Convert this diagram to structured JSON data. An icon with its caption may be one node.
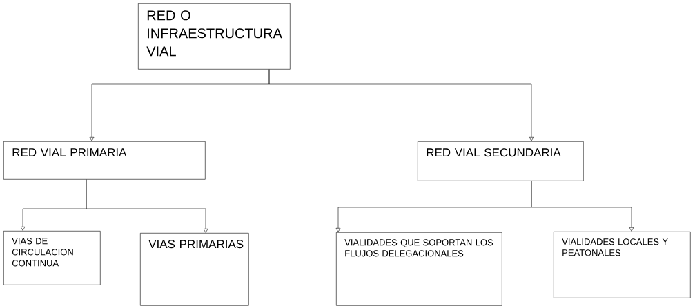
{
  "diagram": {
    "nodes": [
      {
        "text": [
          "RED O INFRAESTRUCTURA VIAL"
        ]
      },
      {
        "text": [
          "RED VIAL PRIMARIA"
        ]
      },
      {
        "text": [
          "RED VIAL SECUNDARIA"
        ]
      },
      {
        "text": [
          "VIAS DE CIRCULACION CONTINUA"
        ]
      },
      {
        "text": [
          "VIAS PRIMARIAS"
        ]
      },
      {
        "text": [
          "VIALIDADES QUE SOPORTAN LOS FLUJOS DELEGACIONALES"
        ]
      },
      {
        "text": [
          "VIALIDADES LOCALES Y PEATONALES"
        ]
      }
    ],
    "edges": [
      {
        "from": 0,
        "to": 1,
        "arrow": "to"
      },
      {
        "from": 0,
        "to": 2,
        "arrow": "to"
      },
      {
        "from": 1,
        "to": 3,
        "arrow": "to"
      },
      {
        "from": 1,
        "to": 4,
        "arrow": "to"
      },
      {
        "from": 2,
        "to": 5,
        "arrow": "to"
      },
      {
        "from": 2,
        "to": 6,
        "arrow": "to"
      }
    ]
  }
}
